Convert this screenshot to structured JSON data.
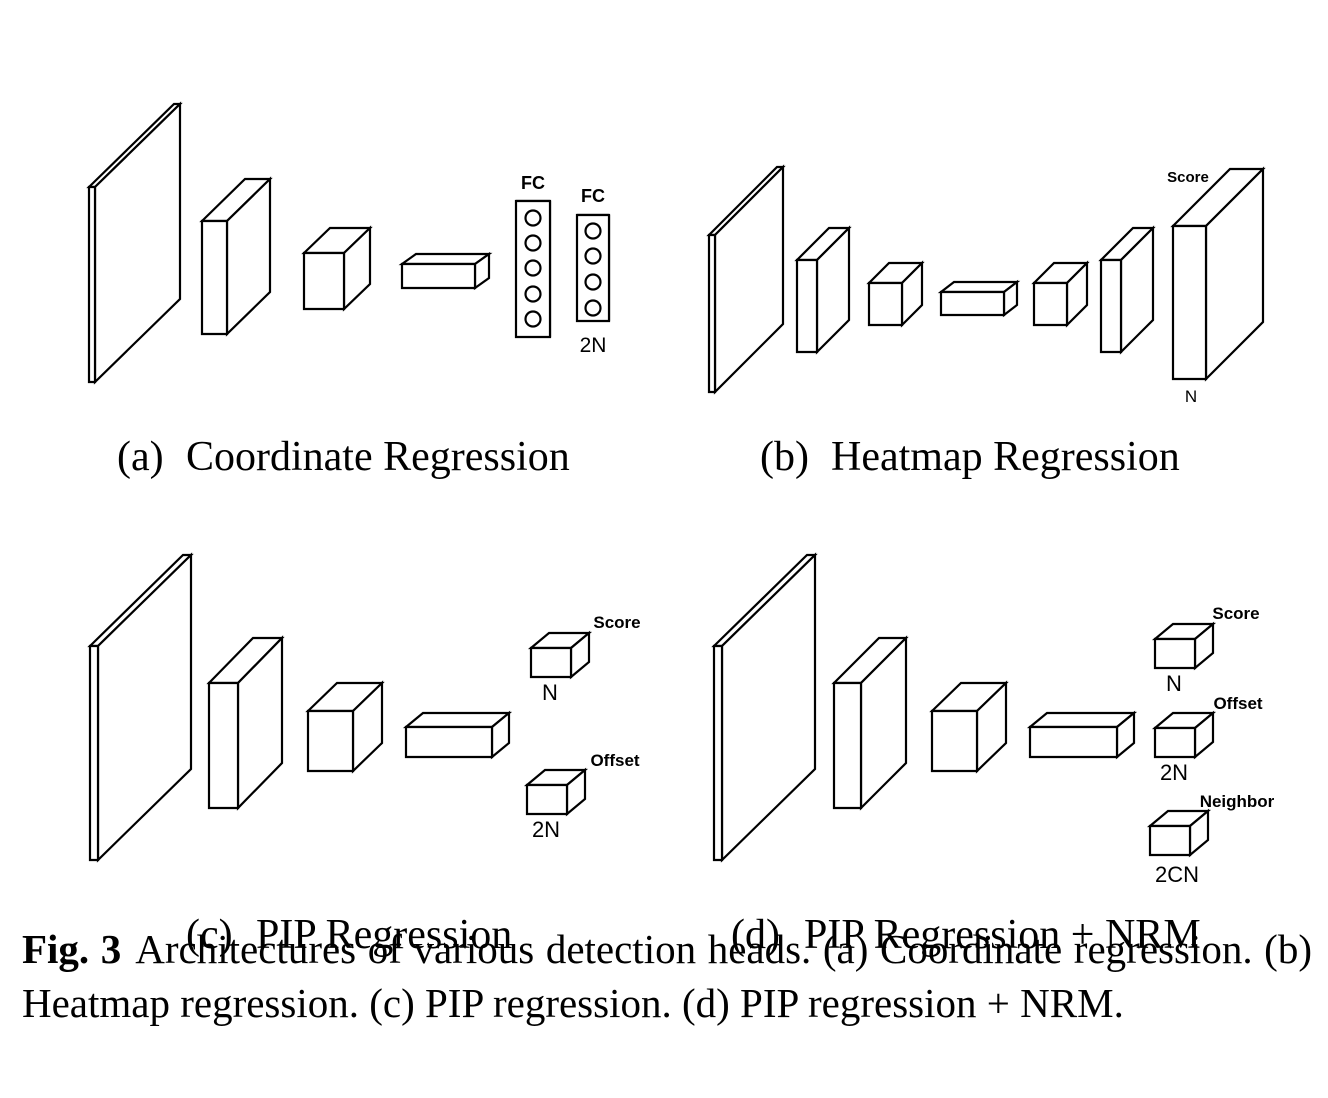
{
  "panels": [
    {
      "id": "a",
      "subcaption": {
        "tag": "(a)",
        "text": "Coordinate Regression"
      },
      "labels": {
        "fc1": "FC",
        "fc2": "FC",
        "out": "2N"
      }
    },
    {
      "id": "b",
      "subcaption": {
        "tag": "(b)",
        "text": "Heatmap Regression"
      },
      "labels": {
        "score": "Score",
        "n": "N"
      }
    },
    {
      "id": "c",
      "subcaption": {
        "tag": "(c)",
        "text": "PIP Regression"
      },
      "labels": {
        "score": "Score",
        "n": "N",
        "offset": "Offset",
        "two_n": "2N"
      }
    },
    {
      "id": "d",
      "subcaption": {
        "tag": "(d)",
        "text": "PIP Regression + NRM"
      },
      "labels": {
        "score": "Score",
        "n": "N",
        "offset": "Offset",
        "two_n": "2N",
        "neighbor": "Neighbor",
        "two_cn": "2CN"
      }
    }
  ],
  "caption": {
    "fig_label": "Fig. 3",
    "text": "Architectures of various detection heads. (a) Coordinate regression. (b) Heatmap regression. (c) PIP regression. (d) PIP regression + NRM."
  }
}
